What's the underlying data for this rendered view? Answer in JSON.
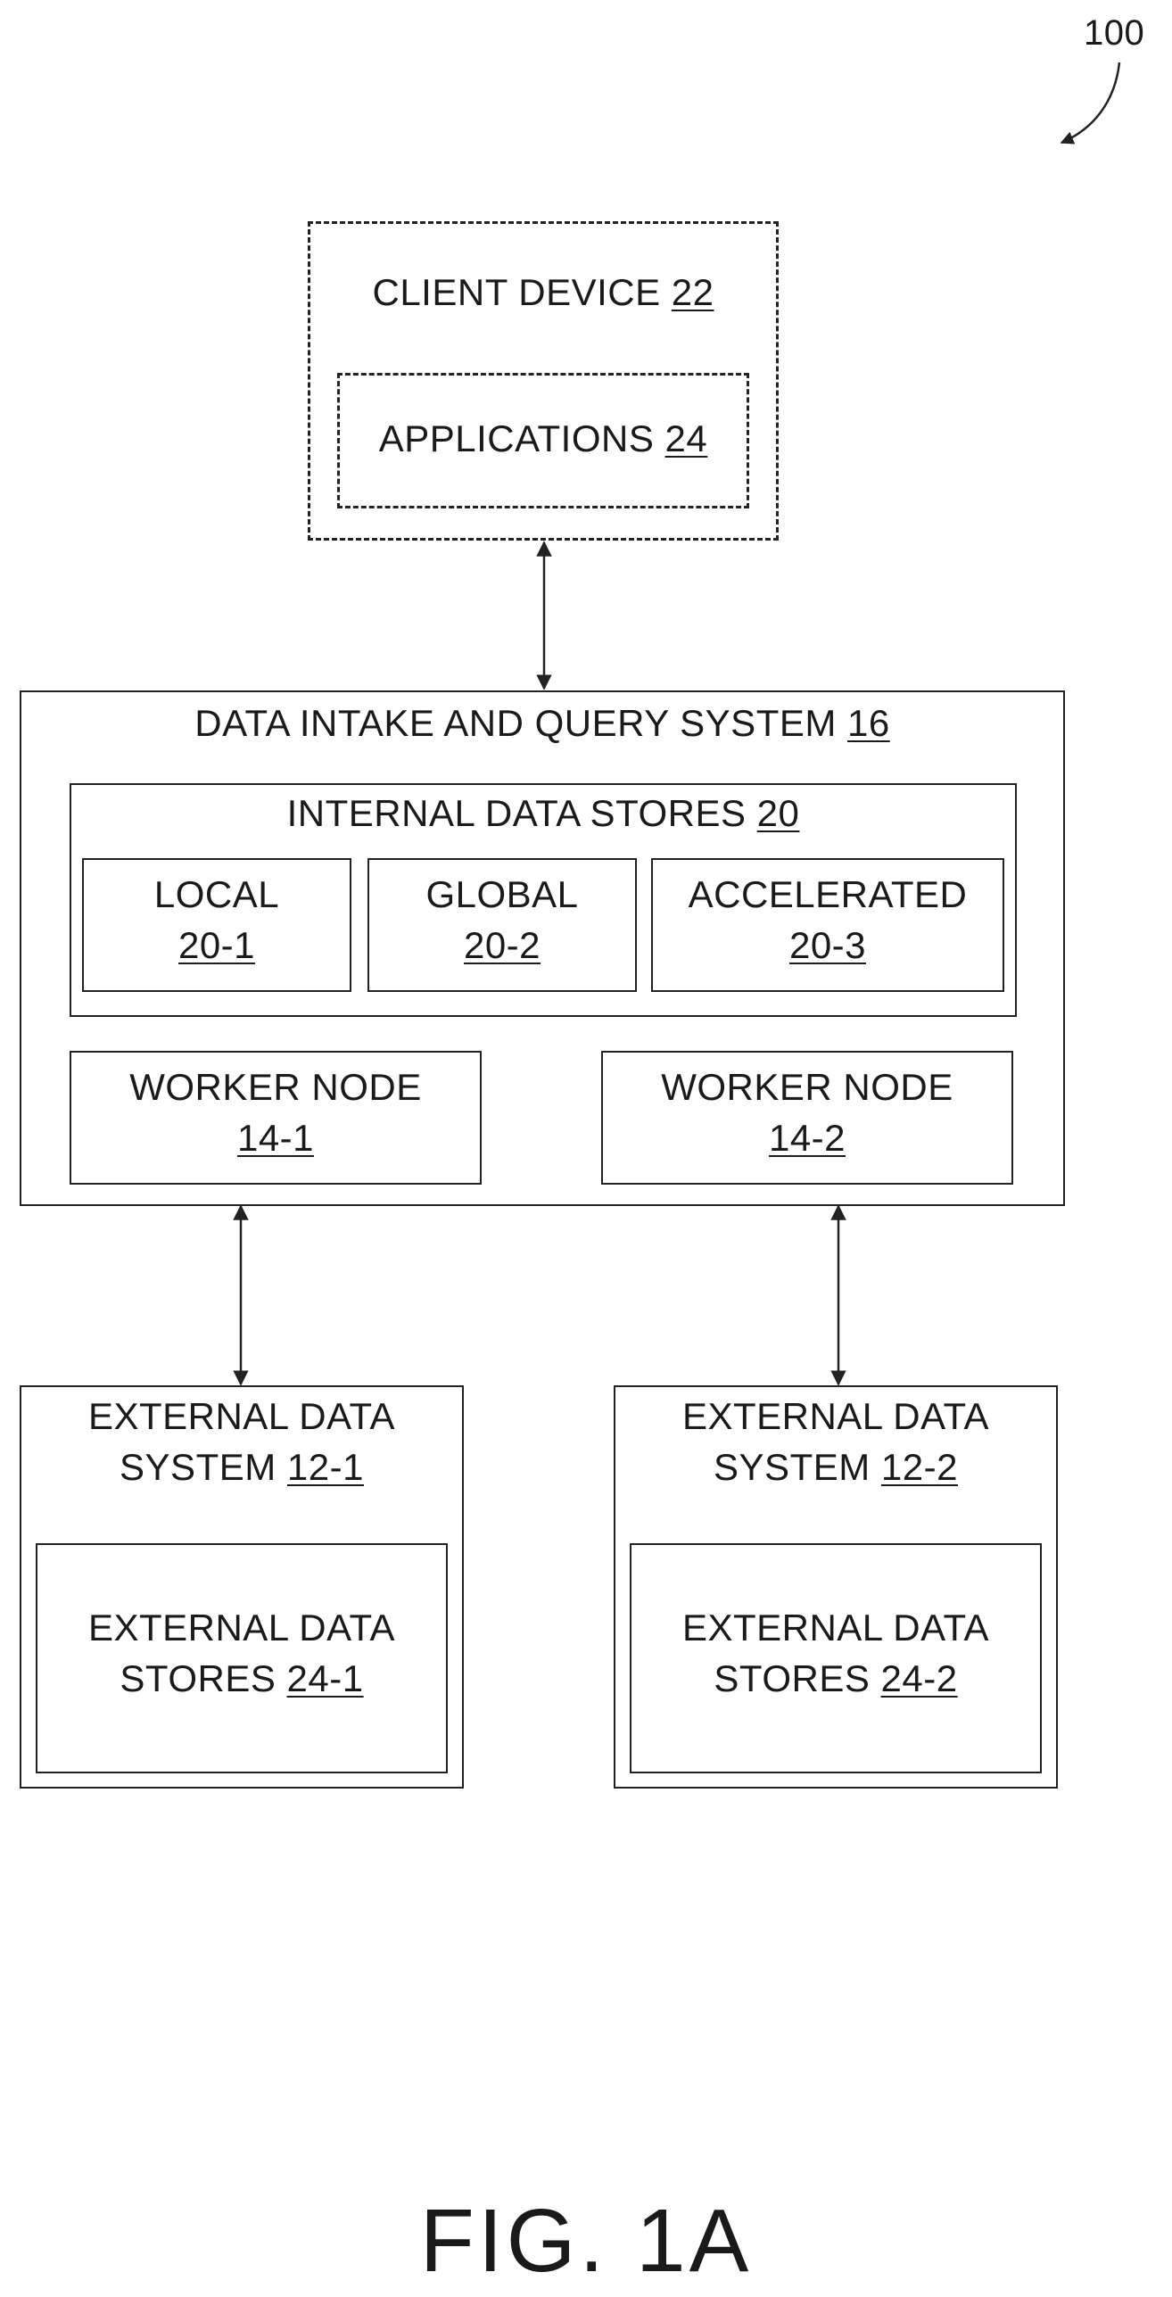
{
  "figure_ref": "100",
  "figure_caption": "FIG. 1A",
  "client_device": {
    "label": "CLIENT DEVICE",
    "ref": "22",
    "applications": {
      "label": "APPLICATIONS",
      "ref": "24"
    }
  },
  "dataq_system": {
    "label": "DATA INTAKE AND QUERY SYSTEM",
    "ref": "16",
    "internal_stores": {
      "label": "INTERNAL DATA STORES",
      "ref": "20",
      "local": {
        "label": "LOCAL",
        "ref": "20-1"
      },
      "global": {
        "label": "GLOBAL",
        "ref": "20-2"
      },
      "accelerated": {
        "label": "ACCELERATED",
        "ref": "20-3"
      }
    },
    "worker1": {
      "label": "WORKER NODE",
      "ref": "14-1"
    },
    "worker2": {
      "label": "WORKER NODE",
      "ref": "14-2"
    }
  },
  "external1": {
    "label_line1": "EXTERNAL DATA",
    "label_line2": "SYSTEM",
    "ref": "12-1",
    "stores": {
      "label_line1": "EXTERNAL DATA",
      "label_line2": "STORES",
      "ref": "24-1"
    }
  },
  "external2": {
    "label_line1": "EXTERNAL DATA",
    "label_line2": "SYSTEM",
    "ref": "12-2",
    "stores": {
      "label_line1": "EXTERNAL DATA",
      "label_line2": "STORES",
      "ref": "24-2"
    }
  }
}
